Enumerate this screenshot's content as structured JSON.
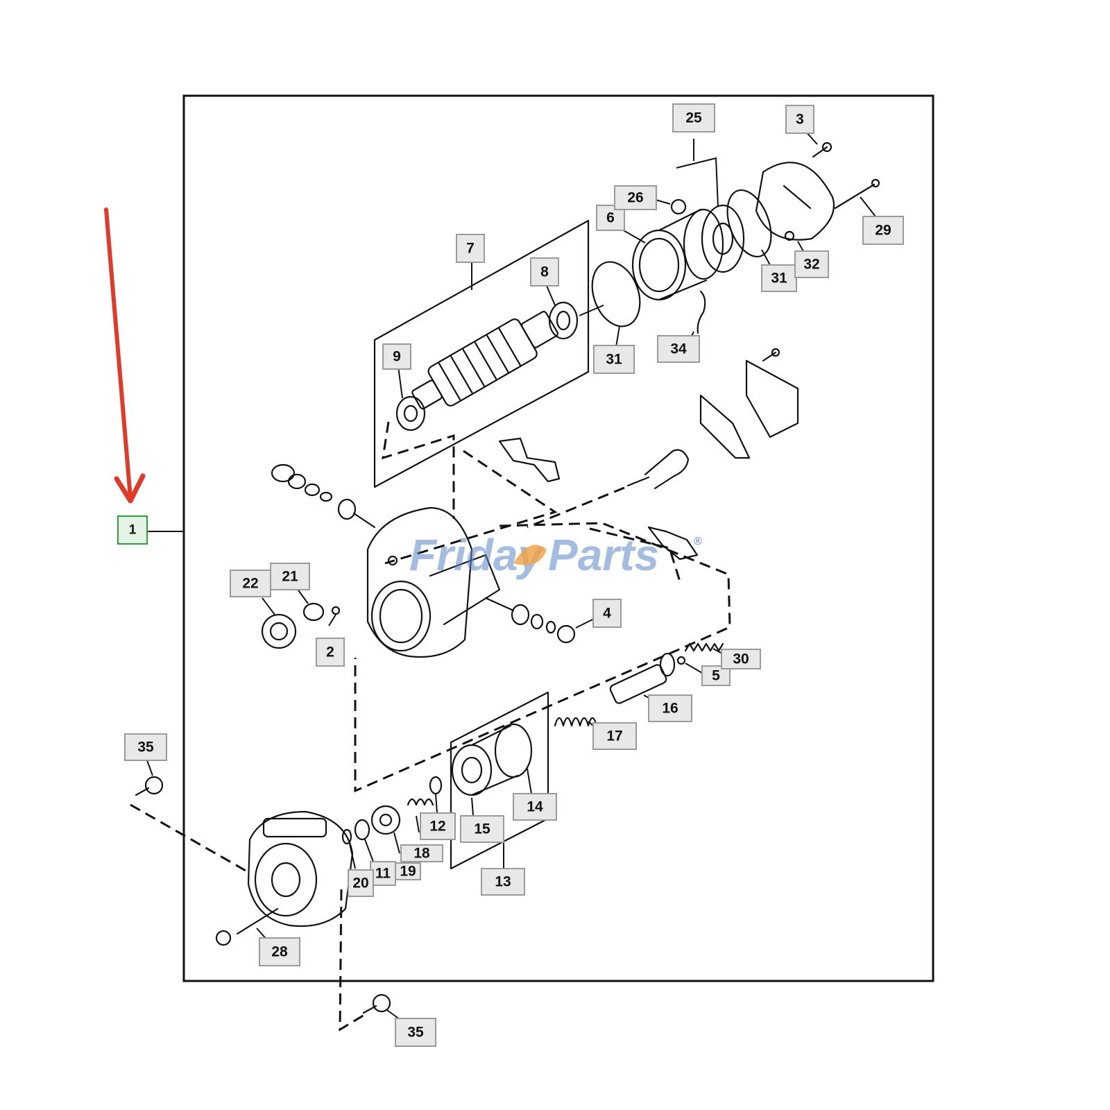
{
  "watermark": {
    "brand_part1": "Friday",
    "brand_part2": "Parts",
    "registered_mark": "®"
  },
  "colors": {
    "arrow": "#e03a2a",
    "callout_active_border": "#2e9e3e",
    "callout_active_fill": "#e4f3e4",
    "callout_fill": "#e8e8e8",
    "callout_border": "#9a9a9a",
    "watermark_blue": "#5a86c8",
    "watermark_orange": "#f0a040"
  },
  "callouts": {
    "c1": "1",
    "c2": "2",
    "c3": "3",
    "c4": "4",
    "c5": "5",
    "c6": "6",
    "c7": "7",
    "c8": "8",
    "c9": "9",
    "c11": "11",
    "c12": "12",
    "c13": "13",
    "c14": "14",
    "c15": "15",
    "c16": "16",
    "c17": "17",
    "c18": "18",
    "c19": "19",
    "c20": "20",
    "c21": "21",
    "c22": "22",
    "c25": "25",
    "c26": "26",
    "c28": "28",
    "c29": "29",
    "c30": "30",
    "c31a": "31",
    "c31b": "31",
    "c32": "32",
    "c34": "34",
    "c35a": "35",
    "c35b": "35"
  },
  "selected_callout": "1"
}
